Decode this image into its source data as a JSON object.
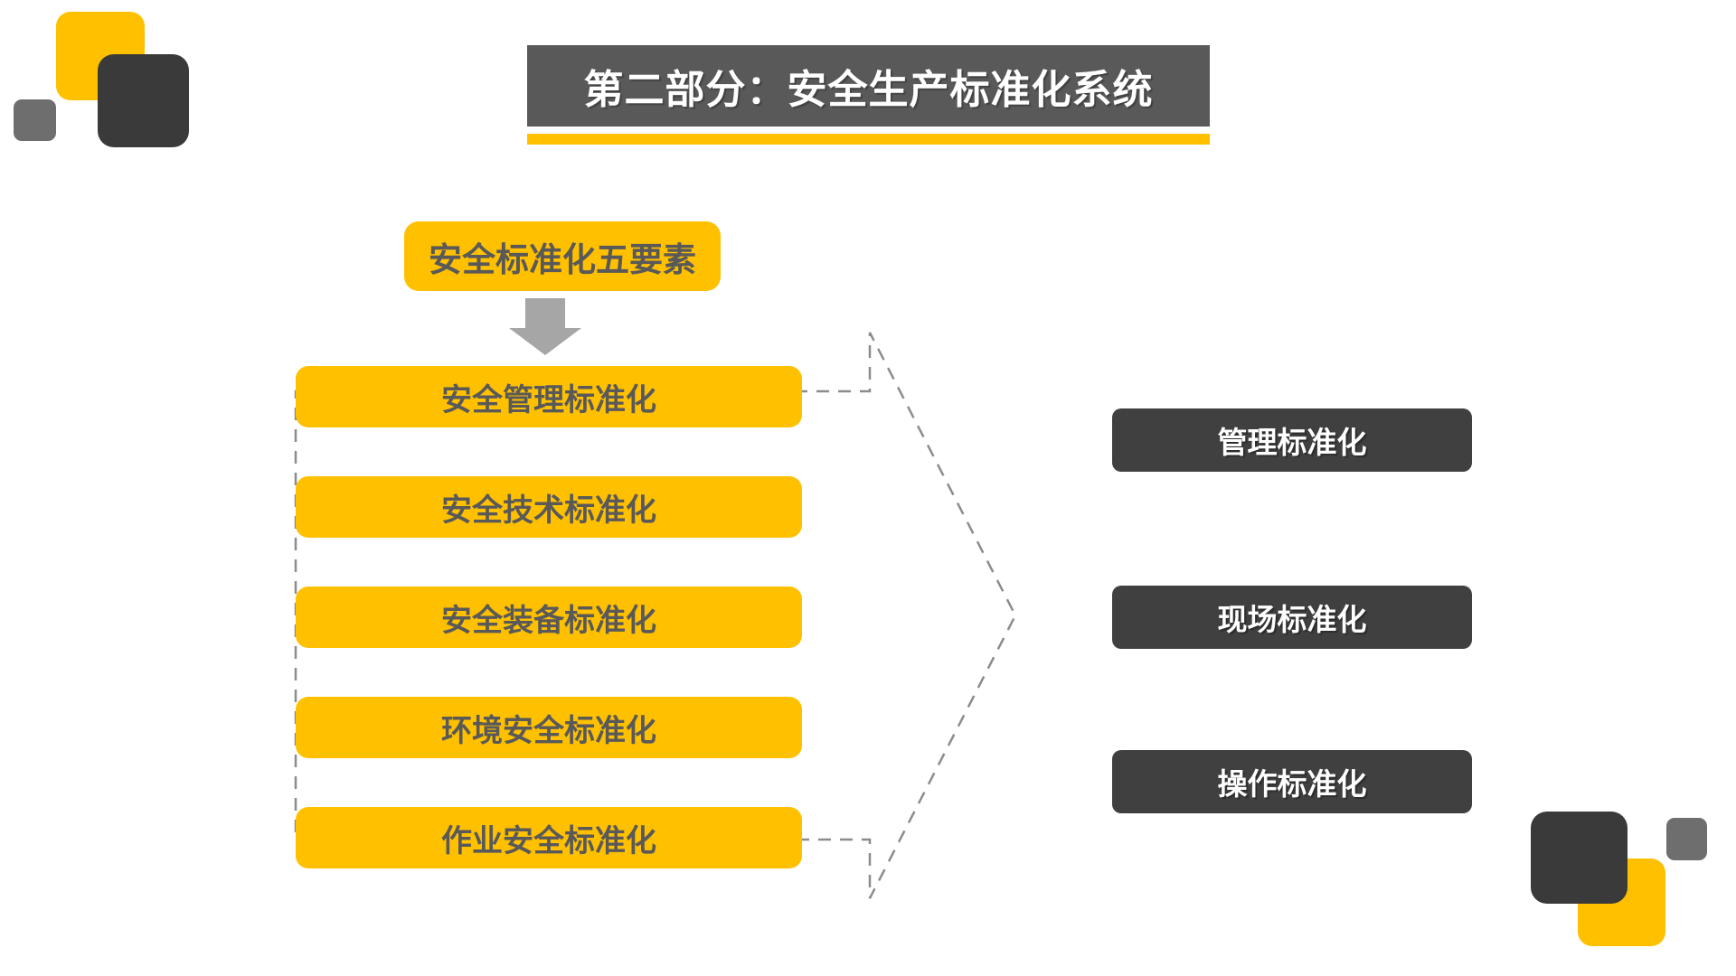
{
  "header": {
    "title": "第二部分：安全生产标准化系统"
  },
  "flow": {
    "source_label": "安全标准化五要素",
    "left_items": [
      {
        "label": "安全管理标准化"
      },
      {
        "label": "安全技术标准化"
      },
      {
        "label": "安全装备标准化"
      },
      {
        "label": "环境安全标准化"
      },
      {
        "label": "作业安全标准化"
      }
    ],
    "right_items": [
      {
        "label": "管理标准化"
      },
      {
        "label": "现场标准化"
      },
      {
        "label": "操作标准化"
      }
    ]
  },
  "icons": {
    "down_arrow": "block-arrow-down",
    "grouping_arrow": "dashed-right-arrow-outline"
  },
  "colors": {
    "accent_yellow": "#FFC000",
    "title_bar_gray": "#595959",
    "dark_box_gray": "#404040",
    "deco_dark_gray": "#3A3A3A",
    "deco_mid_gray": "#6E6E6E",
    "bar_text_gray": "#595959",
    "dashed_line_gray": "#8C8C8C",
    "down_arrow_gray": "#A6A6A6",
    "background": "#FFFFFF"
  }
}
